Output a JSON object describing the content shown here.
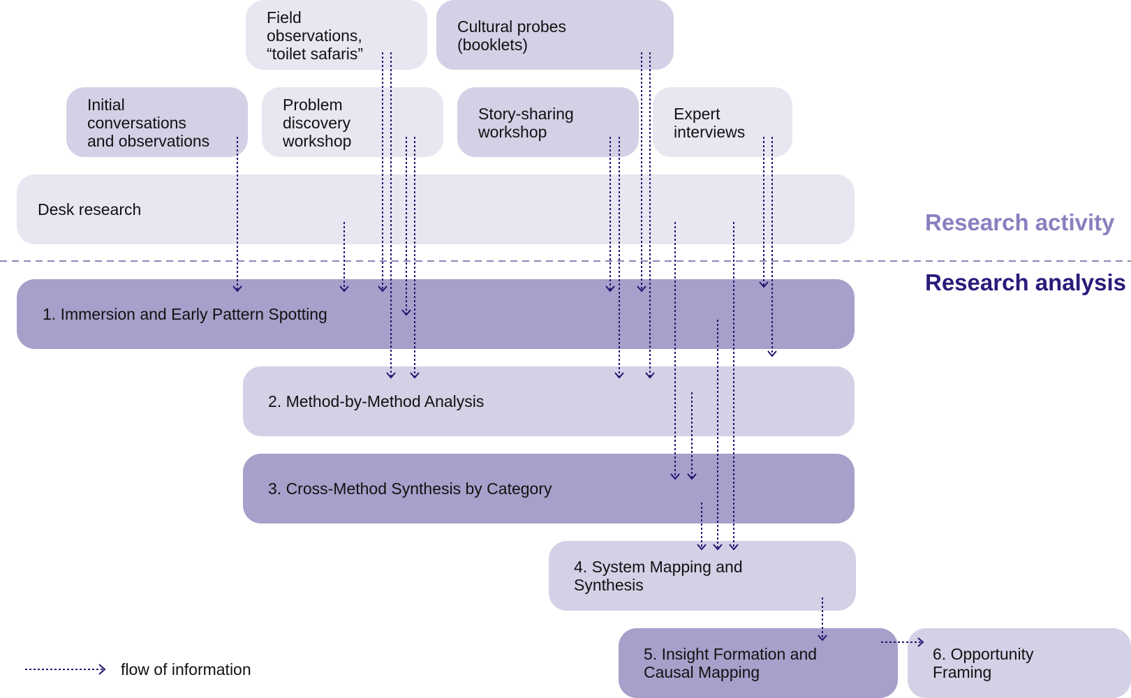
{
  "activities": {
    "field_observations": "Field\nobservations,\n“toilet safaris”",
    "cultural_probes": "Cultural probes\n(booklets)",
    "initial_conversations": "Initial\nconversations\nand observations",
    "problem_discovery": "Problem\ndiscovery\nworkshop",
    "story_sharing": "Story-sharing\nworkshop",
    "expert_interviews": "Expert\ninterviews",
    "desk_research": "Desk research"
  },
  "stages": {
    "stage1": "1. Immersion and Early Pattern Spotting",
    "stage2": "2. Method-by-Method Analysis",
    "stage3": "3. Cross-Method Synthesis by Category",
    "stage4": "4. System Mapping and\n    Synthesis",
    "stage5": "5. Insight Formation and\n    Causal Mapping",
    "stage6": "6. Opportunity\n    Framing"
  },
  "section_labels": {
    "activity": "Research activity",
    "analysis": "Research analysis"
  },
  "legend": {
    "label": "flow of information"
  },
  "colors": {
    "light_box": "#e9e6f2",
    "mid_box": "#d4d0e6",
    "dark_box": "#a89fca",
    "arrow": "#1e1470",
    "activity_title": "#8b7fbf",
    "analysis_title": "#2a1a7a",
    "divider": "#8d84b5"
  }
}
